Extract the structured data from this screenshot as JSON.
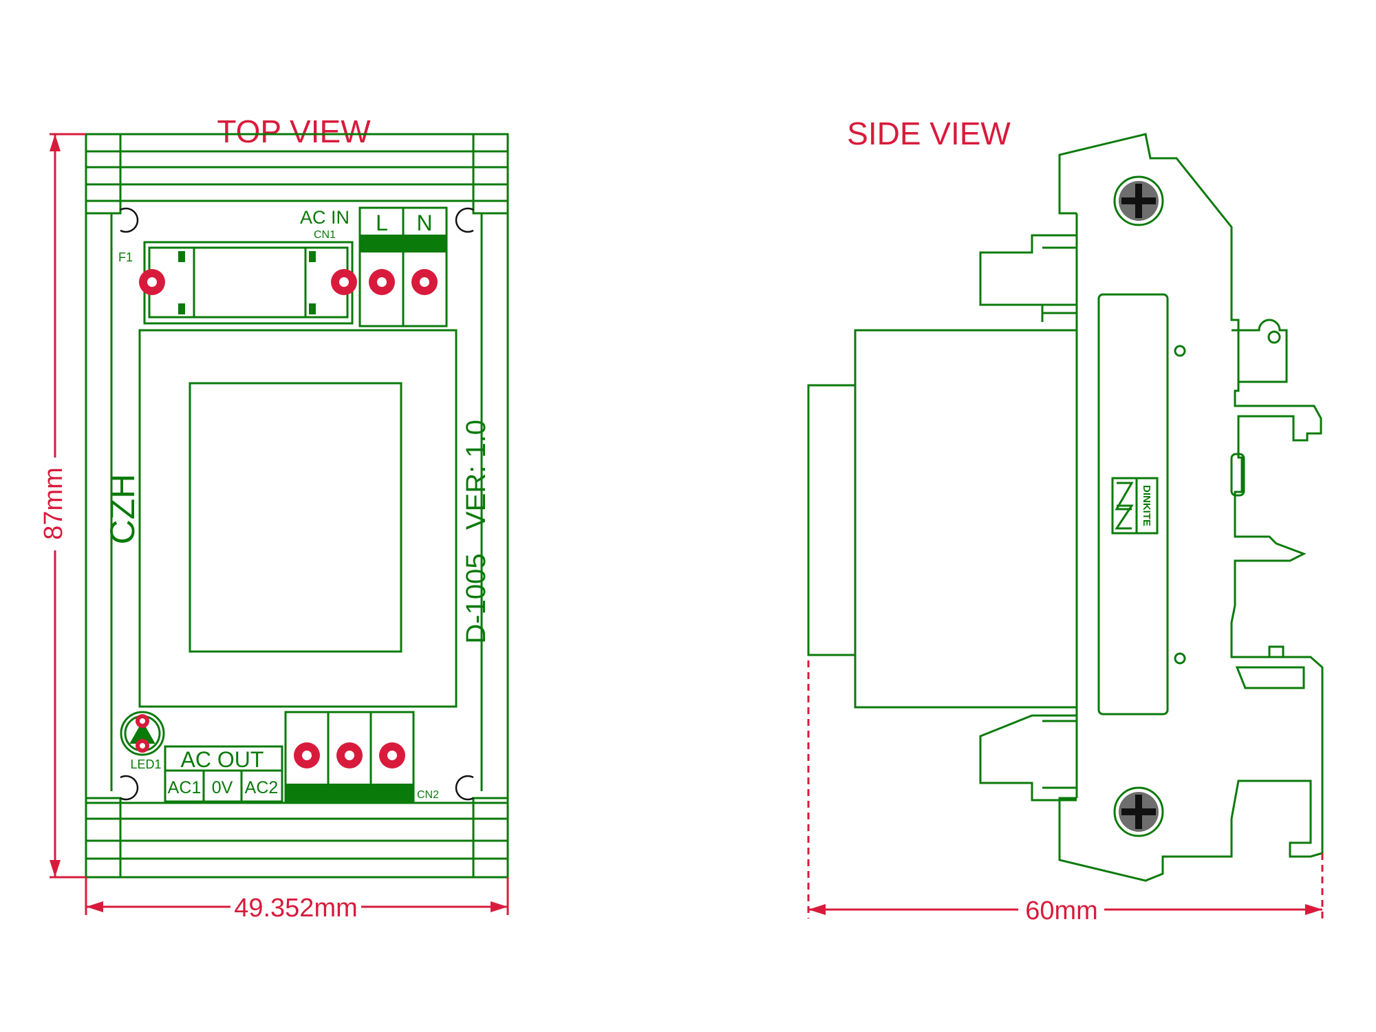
{
  "views": {
    "top_title": "TOP VIEW",
    "side_title": "SIDE VIEW"
  },
  "dimensions": {
    "height": "87mm",
    "width": "49.352mm",
    "depth": "60mm"
  },
  "board": {
    "brand": "CZH",
    "model": "D-1005",
    "version": "VER: 1.0",
    "fuse_label": "F1",
    "ac_in_title": "AC IN",
    "ac_in_connector": "CN1",
    "ac_in_terminals": [
      "L",
      "N"
    ],
    "led_label": "LED1",
    "ac_out_title": "AC OUT",
    "ac_out_terminals": [
      "AC1",
      "0V",
      "AC2"
    ],
    "ac_out_connector": "CN2"
  },
  "side": {
    "logo_text": "DINKITE"
  },
  "colors": {
    "outline": "#0a7a0a",
    "dimension": "#d81b3c",
    "background": "#ffffff"
  }
}
